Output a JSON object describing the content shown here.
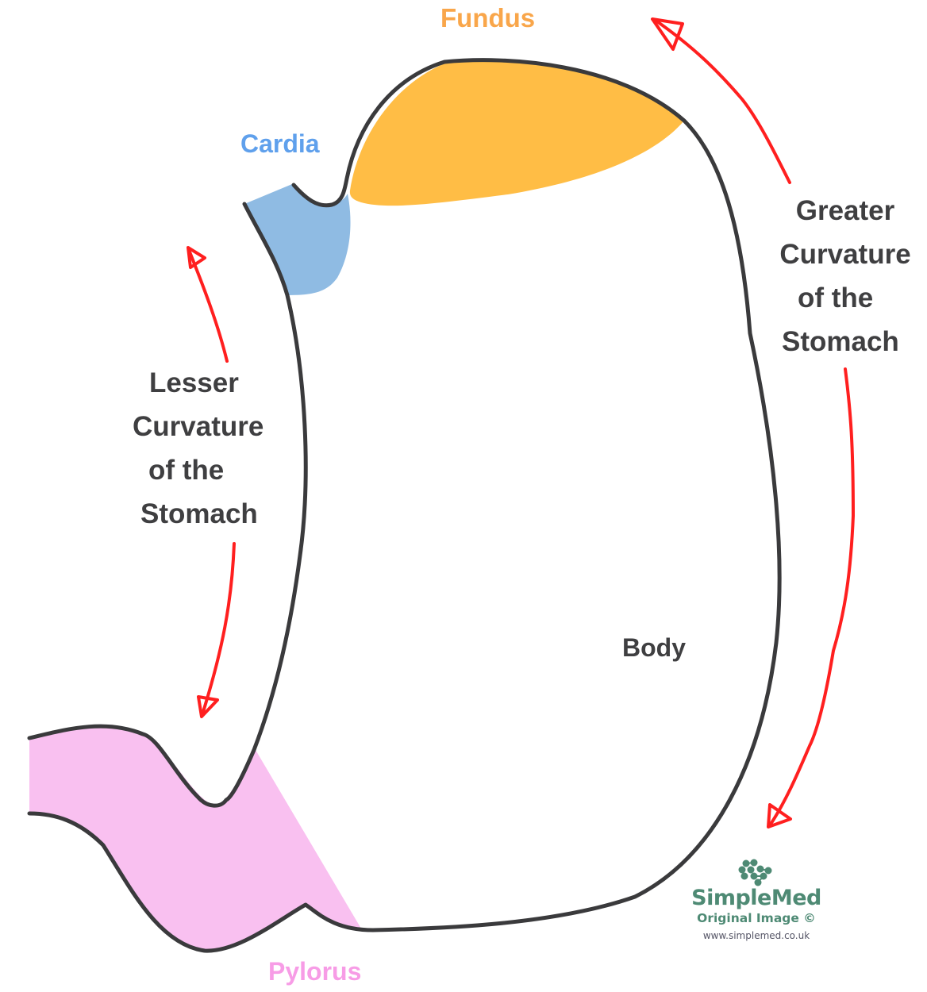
{
  "title": "Regions of the Stomach",
  "colors": {
    "outline": "#3a3a3c",
    "arrow": "#ff1f1f",
    "fundus": "#ffbd45",
    "cardia": "#8fbbe3",
    "pylorus": "#f9c0f0",
    "fundus_label": "#f9a64a",
    "cardia_label": "#5fa0ec",
    "pylorus_label": "#f79ce6",
    "text_dark": "#3f3f41",
    "logo": "#4e8a74"
  },
  "labels": {
    "fundus": "Fundus",
    "cardia": "Cardia",
    "pylorus": "Pylorus",
    "body": "Body",
    "greater_curvature": [
      "Greater",
      "Curvature",
      "of the",
      "Stomach"
    ],
    "lesser_curvature": [
      "Lesser",
      "Curvature",
      "of the",
      "Stomach"
    ]
  },
  "watermark": {
    "brand": "SimpleMed",
    "subtitle": "Original Image ©",
    "url": "www.simplemed.co.uk",
    "icon": "molecule-dots-icon"
  }
}
